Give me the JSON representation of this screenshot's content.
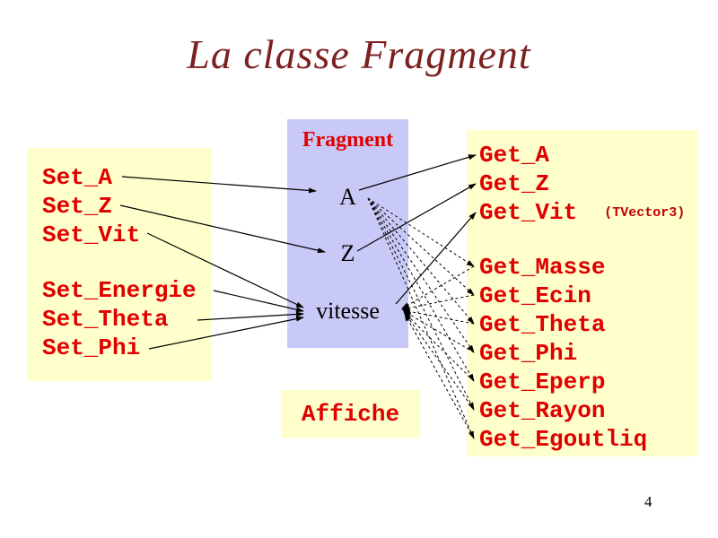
{
  "title": "La classe Fragment",
  "page_number": "4",
  "setters": {
    "items": [
      "Set_A",
      "Set_Z",
      "Set_Vit",
      "Set_Energie",
      "Set_Theta",
      "Set_Phi"
    ]
  },
  "fragment": {
    "title": "Fragment",
    "attributes": [
      "A",
      "Z",
      "vitesse"
    ]
  },
  "affiche": {
    "label": "Affiche"
  },
  "getters": {
    "items": [
      "Get_A",
      "Get_Z",
      "Get_Vit",
      "Get_Masse",
      "Get_Ecin",
      "Get_Theta",
      "Get_Phi",
      "Get_Eperp",
      "Get_Rayon",
      "Get_Egoutliq"
    ],
    "annotation": "(TVector3)"
  },
  "colors": {
    "title": "#7c2020",
    "accent_red": "#e00000",
    "annotation_red": "#c00000",
    "box_yellow": "#ffffcc",
    "box_blue": "#c9c9f7",
    "line": "#000000",
    "background": "#ffffff"
  }
}
